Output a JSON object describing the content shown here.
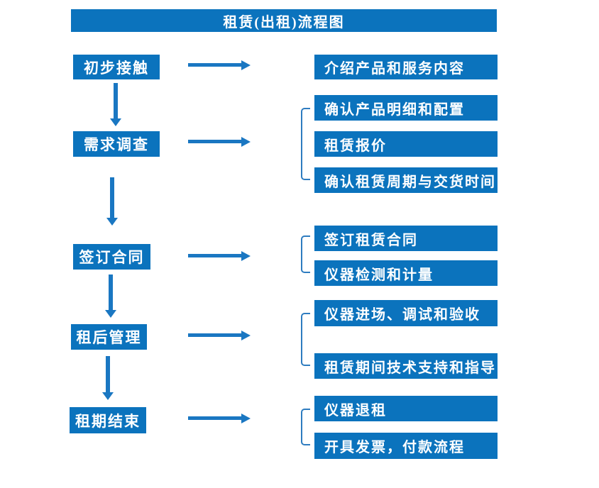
{
  "title": "租赁(出租)流程图",
  "colors": {
    "primary": "#0b73bd",
    "arrow": "#1a77c2",
    "bracket": "#2e7cc0",
    "text": "#ffffff",
    "background": "#ffffff"
  },
  "steps": [
    {
      "label": "初步接触",
      "details": [
        "介绍产品和服务内容"
      ]
    },
    {
      "label": "需求调查",
      "details": [
        "确认产品明细和配置",
        "租赁报价",
        "确认租赁周期与交货时间"
      ]
    },
    {
      "label": "签订合同",
      "details": [
        "签订租赁合同",
        "仪器检测和计量"
      ]
    },
    {
      "label": "租后管理",
      "details": [
        "仪器进场、调试和验收",
        "租赁期间技术支持和指导"
      ]
    },
    {
      "label": "租期结束",
      "details": [
        "仪器退租",
        "开具发票，付款流程"
      ]
    }
  ]
}
